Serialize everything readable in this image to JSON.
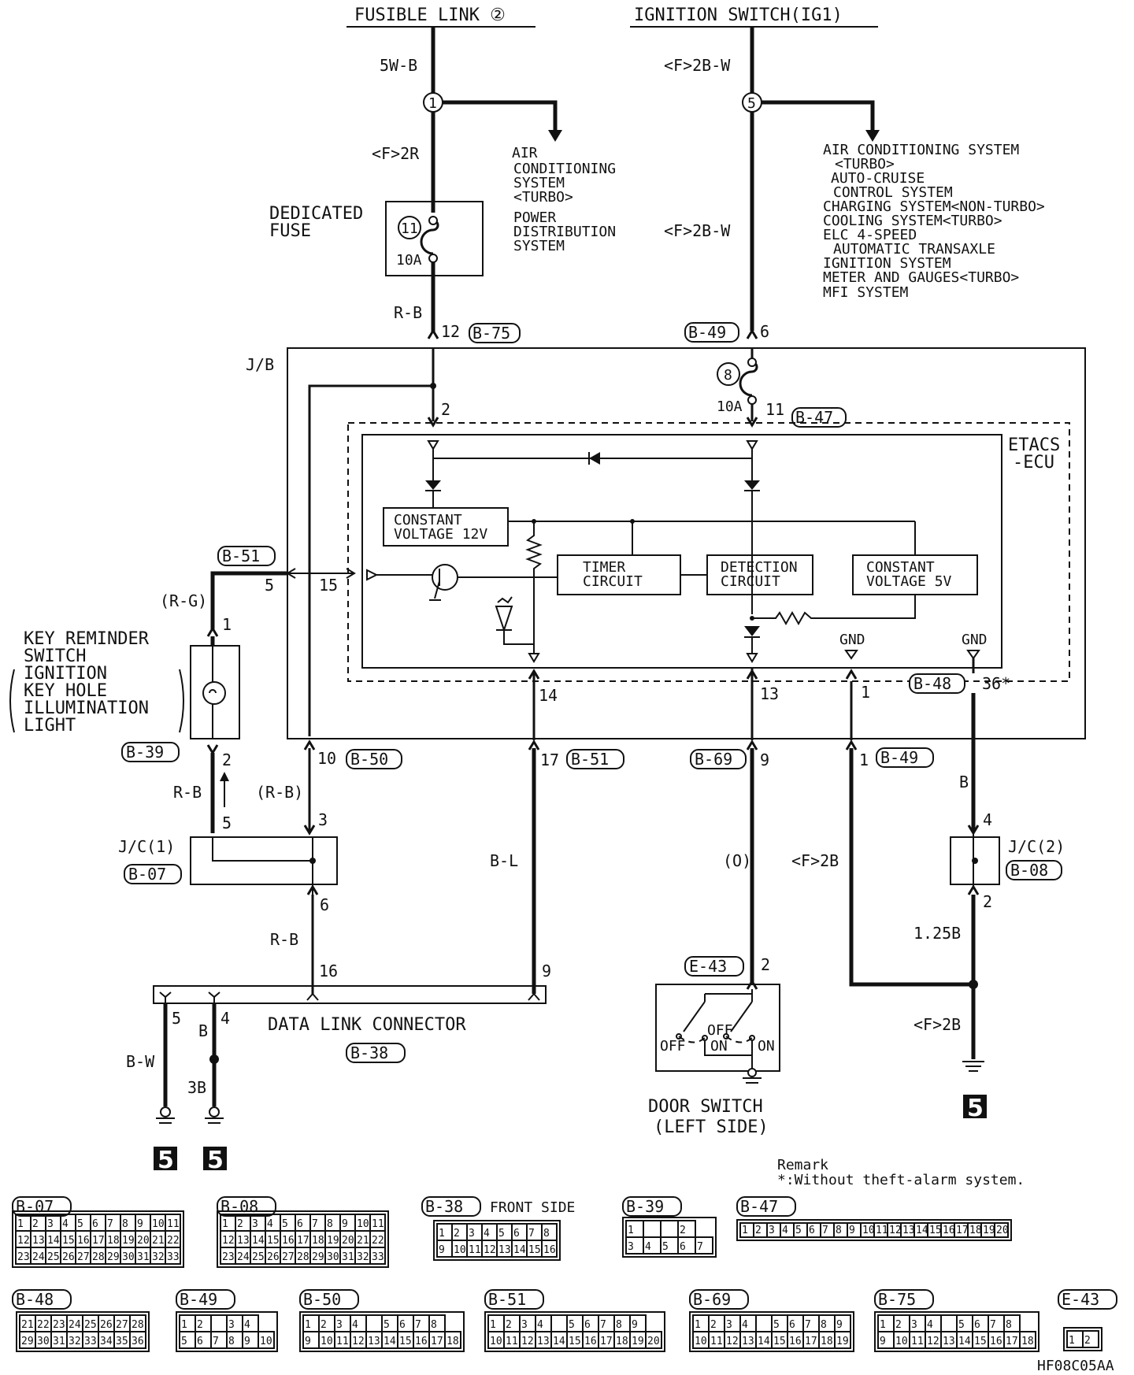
{
  "top": {
    "fusible_link": "FUSIBLE LINK ②",
    "ignition_switch": "IGNITION SWITCH(IG1)"
  },
  "wires": {
    "w_5wb": "5W-B",
    "w_f2r": "<F>2R",
    "w_f2bw_1": "<F>2B-W",
    "w_f2bw_2": "<F>2B-W",
    "w_rb_1": "R-B",
    "w_rg": "(R-G)",
    "w_rb_2": "R-B",
    "w_rb_3": "(R-B)",
    "w_rb_4": "R-B",
    "w_bl": "B-L",
    "w_o": "(O)",
    "w_f2b_1": "<F>2B",
    "w_b": "B",
    "w_125b": "1.25B",
    "w_f2b_2": "<F>2B",
    "w_bw": "B-W",
    "w_b2": "B",
    "w_3b": "3B"
  },
  "nodes": {
    "n1": "1",
    "n5": "5",
    "n11": "11",
    "n8": "8"
  },
  "notes": {
    "left_list": [
      "AIR",
      "CONDITIONING",
      "SYSTEM",
      "<TURBO>",
      "POWER",
      "DISTRIBUTION",
      "SYSTEM"
    ],
    "right_list": [
      "AIR CONDITIONING SYSTEM",
      "<TURBO>",
      "AUTO-CRUISE",
      "CONTROL SYSTEM",
      "CHARGING SYSTEM<NON-TURBO>",
      "COOLING SYSTEM<TURBO>",
      "ELC 4-SPEED",
      "AUTOMATIC TRANSAXLE",
      "IGNITION SYSTEM",
      "METER AND GAUGES<TURBO>",
      "MFI SYSTEM"
    ]
  },
  "fuse": {
    "dedicated_1": "DEDICATED",
    "dedicated_2": "FUSE",
    "rating_1": "10A",
    "rating_2": "10A"
  },
  "connectors": {
    "b75": "B-75",
    "b49": "B-49",
    "b47": "B-47",
    "b51": "B-51",
    "b39": "B-39",
    "b50": "B-50",
    "b51b": "B-51",
    "b69": "B-69",
    "b49b": "B-49",
    "b48": "B-48",
    "b07": "B-07",
    "b08": "B-08",
    "e43": "E-43",
    "b38": "B-38"
  },
  "pins": {
    "p12": "12",
    "p6": "6",
    "p2": "2",
    "p11": "11",
    "p5": "5",
    "p15": "15",
    "p14": "14",
    "p13": "13",
    "p1": "1",
    "p36": "36*",
    "p10": "10",
    "p17": "17",
    "p9": "9",
    "p1b": "1",
    "p1c": "1",
    "p2b": "2",
    "p5b": "5",
    "p3": "3",
    "p4": "4",
    "p2c": "2",
    "p6b": "6",
    "p16": "16",
    "p9b": "9",
    "p2d": "2",
    "p5c": "5",
    "p4b": "4"
  },
  "ecu": {
    "jb": "J/B",
    "etacs_1": "ETACS",
    "etacs_2": "-ECU",
    "cv12_1": "CONSTANT",
    "cv12_2": "VOLTAGE 12V",
    "timer_1": "TIMER",
    "timer_2": "CIRCUIT",
    "detect_1": "DETECTION",
    "detect_2": "CIRCUIT",
    "cv5_1": "CONSTANT",
    "cv5_2": "VOLTAGE 5V",
    "gnd_1": "GND",
    "gnd_2": "GND"
  },
  "components": {
    "key_1": "KEY REMINDER",
    "key_2": "SWITCH",
    "key_3": "IGNITION",
    "key_4": "KEY HOLE",
    "key_5": "ILLUMINATION",
    "key_6": "LIGHT",
    "jc1": "J/C(1)",
    "jc2": "J/C(2)",
    "dlc": "DATA LINK CONNECTOR",
    "door_1": "DOOR SWITCH",
    "door_2": "(LEFT SIDE)",
    "off_1": "OFF",
    "off_2": "OFF",
    "on_1": "ON",
    "on_2": "ON",
    "badge": "5"
  },
  "remark": {
    "title": "Remark",
    "text": "*:Without theft-alarm system."
  },
  "connector_views": {
    "b07": {
      "label": "B-07",
      "rows": [
        [
          "1",
          "2",
          "3",
          "4",
          "5",
          "6",
          "7",
          "8",
          "9",
          "10",
          "11"
        ],
        [
          "12",
          "13",
          "14",
          "15",
          "16",
          "17",
          "18",
          "19",
          "20",
          "21",
          "22"
        ],
        [
          "23",
          "24",
          "25",
          "26",
          "27",
          "28",
          "29",
          "30",
          "31",
          "32",
          "33"
        ]
      ]
    },
    "b08": {
      "label": "B-08",
      "rows": [
        [
          "1",
          "2",
          "3",
          "4",
          "5",
          "6",
          "7",
          "8",
          "9",
          "10",
          "11"
        ],
        [
          "12",
          "13",
          "14",
          "15",
          "16",
          "17",
          "18",
          "19",
          "20",
          "21",
          "22"
        ],
        [
          "23",
          "24",
          "25",
          "26",
          "27",
          "28",
          "29",
          "30",
          "31",
          "32",
          "33"
        ]
      ]
    },
    "b38": {
      "label": "B-38",
      "extra": "FRONT SIDE",
      "rows": [
        [
          "1",
          "2",
          "3",
          "4",
          "5",
          "6",
          "7",
          "8"
        ],
        [
          "9",
          "10",
          "11",
          "12",
          "13",
          "14",
          "15",
          "16"
        ]
      ]
    },
    "b39": {
      "label": "B-39",
      "rows": [
        [
          "1",
          "",
          "",
          "2"
        ],
        [
          "3",
          "4",
          "5",
          "6",
          "7"
        ]
      ]
    },
    "b47": {
      "label": "B-47",
      "rows": [
        [
          "1",
          "2",
          "3",
          "4",
          "5",
          "6",
          "7",
          "8",
          "9",
          "10",
          "11",
          "12",
          "13",
          "14",
          "15",
          "16",
          "17",
          "18",
          "19",
          "20"
        ]
      ]
    },
    "b48": {
      "label": "B-48",
      "rows": [
        [
          "21",
          "22",
          "23",
          "24",
          "25",
          "26",
          "27",
          "28"
        ],
        [
          "29",
          "30",
          "31",
          "32",
          "33",
          "34",
          "35",
          "36"
        ]
      ]
    },
    "b49": {
      "label": "B-49",
      "rows": [
        [
          "1",
          "2",
          "",
          "3",
          "4"
        ],
        [
          "5",
          "6",
          "7",
          "8",
          "9",
          "10"
        ]
      ]
    },
    "b50": {
      "label": "B-50",
      "rows": [
        [
          "1",
          "2",
          "3",
          "4",
          "",
          "5",
          "6",
          "7",
          "8"
        ],
        [
          "9",
          "10",
          "11",
          "12",
          "13",
          "14",
          "15",
          "16",
          "17",
          "18"
        ]
      ]
    },
    "b51": {
      "label": "B-51",
      "rows": [
        [
          "1",
          "2",
          "3",
          "4",
          "",
          "5",
          "6",
          "7",
          "8",
          "9"
        ],
        [
          "10",
          "11",
          "12",
          "13",
          "14",
          "15",
          "16",
          "17",
          "18",
          "19",
          "20"
        ]
      ]
    },
    "b69": {
      "label": "B-69",
      "rows": [
        [
          "1",
          "2",
          "3",
          "4",
          "",
          "5",
          "6",
          "7",
          "8",
          "9"
        ],
        [
          "10",
          "11",
          "12",
          "13",
          "14",
          "15",
          "16",
          "17",
          "18",
          "19"
        ]
      ]
    },
    "b75": {
      "label": "B-75",
      "rows": [
        [
          "1",
          "2",
          "3",
          "4",
          "",
          "5",
          "6",
          "7",
          "8"
        ],
        [
          "9",
          "10",
          "11",
          "12",
          "13",
          "14",
          "15",
          "16",
          "17",
          "18"
        ]
      ]
    },
    "e43": {
      "label": "E-43",
      "rows": [
        [
          "1",
          "2"
        ]
      ]
    }
  },
  "code": "HF08C05AA"
}
